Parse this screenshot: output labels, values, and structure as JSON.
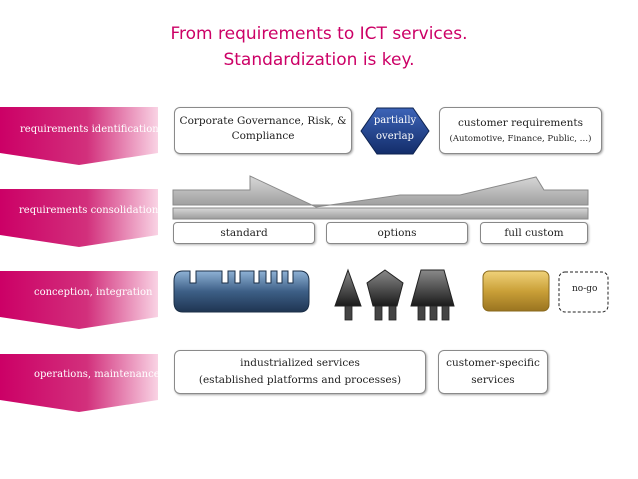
{
  "title": {
    "line1": "From requirements to ICT services.",
    "line2": "Standardization is key."
  },
  "rows": [
    {
      "label": "requirements identification"
    },
    {
      "label": "requirements consolidation"
    },
    {
      "label": "conception, integration"
    },
    {
      "label": "operations, maintenance"
    }
  ],
  "identification": {
    "governance": {
      "line1": "Corporate Governance, Risk, &",
      "line2": "Compliance"
    },
    "overlap": {
      "line1": "partially",
      "line2": "overlap"
    },
    "customer": {
      "line1": "customer requirements",
      "line2": "(Automotive, Finance, Public, …)"
    }
  },
  "consolidation": {
    "standard": "standard",
    "options": "options",
    "full_custom": "full custom"
  },
  "conception": {
    "nogo": "no-go"
  },
  "operations": {
    "industrialized": {
      "line1": "industrialized services",
      "line2": "(established platforms and processes)"
    },
    "customer_specific": {
      "line1": "customer-specific",
      "line2": "services"
    }
  },
  "colors": {
    "title": "#cc0066",
    "arrow_dark": "#cc0066",
    "arrow_light": "#f7c7dd",
    "overlap_blue": "#1e3f8a",
    "standard_platform": "#2e4a6b",
    "custom_gold": "#c99a2e"
  }
}
